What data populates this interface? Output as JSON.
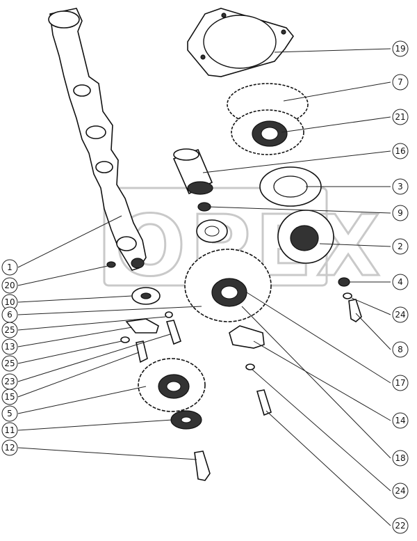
{
  "diagram": {
    "callouts": [
      {
        "id": "c19",
        "label": "19"
      },
      {
        "id": "c7",
        "label": "7"
      },
      {
        "id": "c21",
        "label": "21"
      },
      {
        "id": "c16",
        "label": "16"
      },
      {
        "id": "c3",
        "label": "3"
      },
      {
        "id": "c9",
        "label": "9"
      },
      {
        "id": "c2",
        "label": "2"
      },
      {
        "id": "c4",
        "label": "4"
      },
      {
        "id": "c24a",
        "label": "24"
      },
      {
        "id": "c8",
        "label": "8"
      },
      {
        "id": "c17",
        "label": "17"
      },
      {
        "id": "c14",
        "label": "14"
      },
      {
        "id": "c18",
        "label": "18"
      },
      {
        "id": "c24b",
        "label": "24"
      },
      {
        "id": "c22",
        "label": "22"
      },
      {
        "id": "c1",
        "label": "1"
      },
      {
        "id": "c20",
        "label": "20"
      },
      {
        "id": "c10",
        "label": "10"
      },
      {
        "id": "c6",
        "label": "6"
      },
      {
        "id": "c25a",
        "label": "25"
      },
      {
        "id": "c13",
        "label": "13"
      },
      {
        "id": "c25b",
        "label": "25"
      },
      {
        "id": "c23",
        "label": "23"
      },
      {
        "id": "c15",
        "label": "15"
      },
      {
        "id": "c5",
        "label": "5"
      },
      {
        "id": "c11",
        "label": "11"
      },
      {
        "id": "c12",
        "label": "12"
      }
    ],
    "watermark": "OPEX"
  }
}
